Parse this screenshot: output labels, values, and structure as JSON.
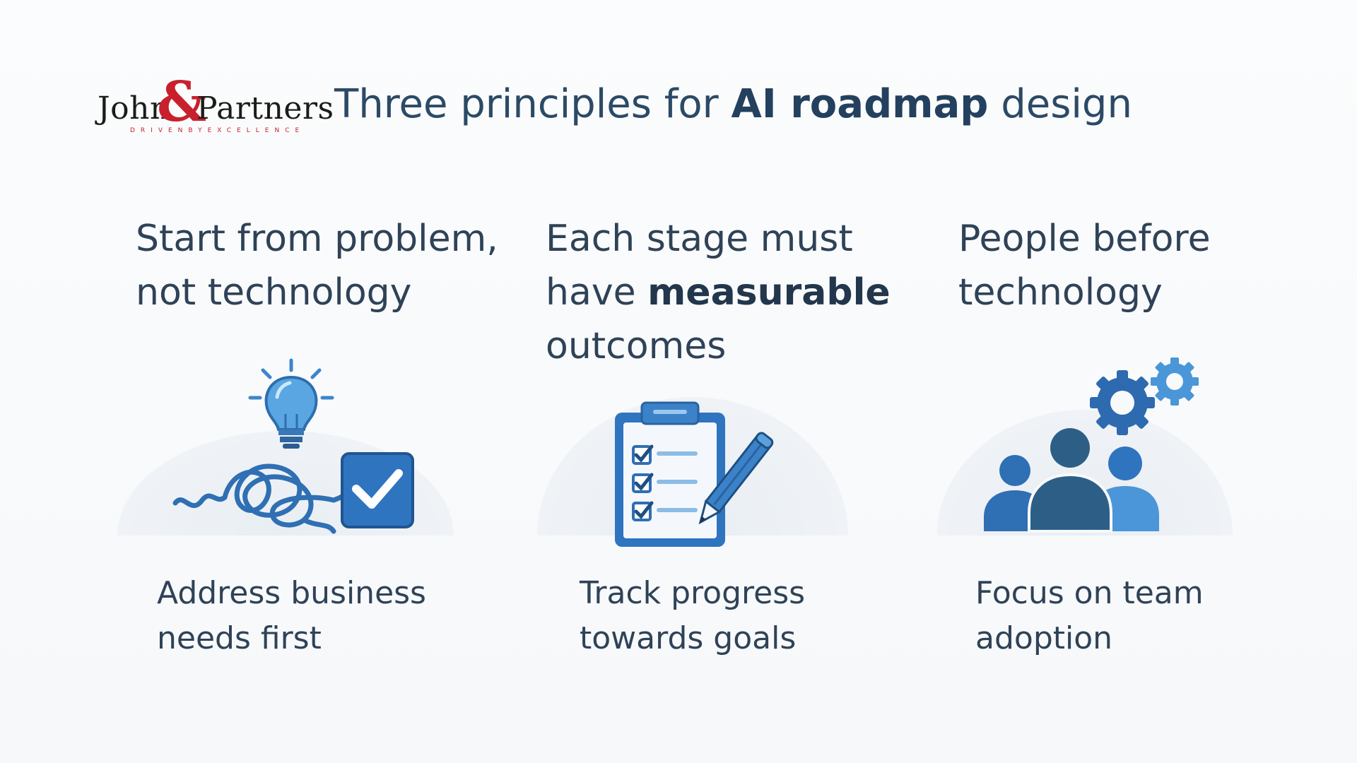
{
  "logo": {
    "word_left": "John",
    "ampersand": "&",
    "word_right": "Partners",
    "tagline": "DRIVENBYEXCELLENCE"
  },
  "title": {
    "prefix": "Three principles for ",
    "emphasis": "AI roadmap",
    "suffix": " design"
  },
  "principles": [
    {
      "heading_line1": "Start from problem,",
      "heading_line2": "not technology",
      "caption_line1": "Address business",
      "caption_line2": "needs first",
      "icon": "lightbulb-tangle-checkbox-icon"
    },
    {
      "heading_line1": "Each stage must",
      "heading_line2_prefix": "have ",
      "heading_line2_bold": "measurable",
      "heading_line3": "outcomes",
      "caption_line1": "Track progress",
      "caption_line2": "towards goals",
      "icon": "clipboard-checklist-pencil-icon"
    },
    {
      "heading_line1": "People before",
      "heading_line2": "technology",
      "caption_line1": "Focus on team",
      "caption_line2": "adoption",
      "icon": "team-gears-icon"
    }
  ],
  "colors": {
    "brand_red": "#c8202d",
    "title_navy": "#2c4a66",
    "icon_blue": "#2f6fb3",
    "icon_light_blue": "#5aa0dc",
    "icon_dark_blue": "#2d5f86"
  }
}
